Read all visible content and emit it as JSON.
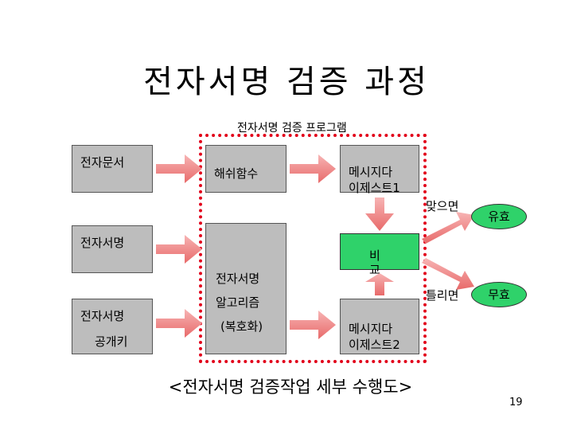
{
  "title": "전자서명 검증 과정",
  "program_label": "전자서명 검증 프로그램",
  "boxes": {
    "doc": "전자문서",
    "sig": "전자서명",
    "pubkey_line1": "전자서명",
    "pubkey_line2": "공개키",
    "hash": "해쉬함수",
    "algo_line1": "전자서명",
    "algo_line2": "알고리즘",
    "algo_line3": "(복호화)",
    "digest1_line1": "메시지다",
    "digest1_line2": "이제스트1",
    "digest2_line1": "메시지다",
    "digest2_line2": "이제스트2",
    "compare_line1": "비",
    "compare_line2": "교"
  },
  "results": {
    "match_label": "맞으면",
    "mismatch_label": "틀리면",
    "valid": "유효",
    "invalid": "무효"
  },
  "caption": "<전자서명 검증작업 세부 수행도>",
  "page_number": "19",
  "colors": {
    "box": "#bdbdbd",
    "arrow": "#f08a8a",
    "frame": "#e2001a",
    "compare": "#2fd26a"
  }
}
